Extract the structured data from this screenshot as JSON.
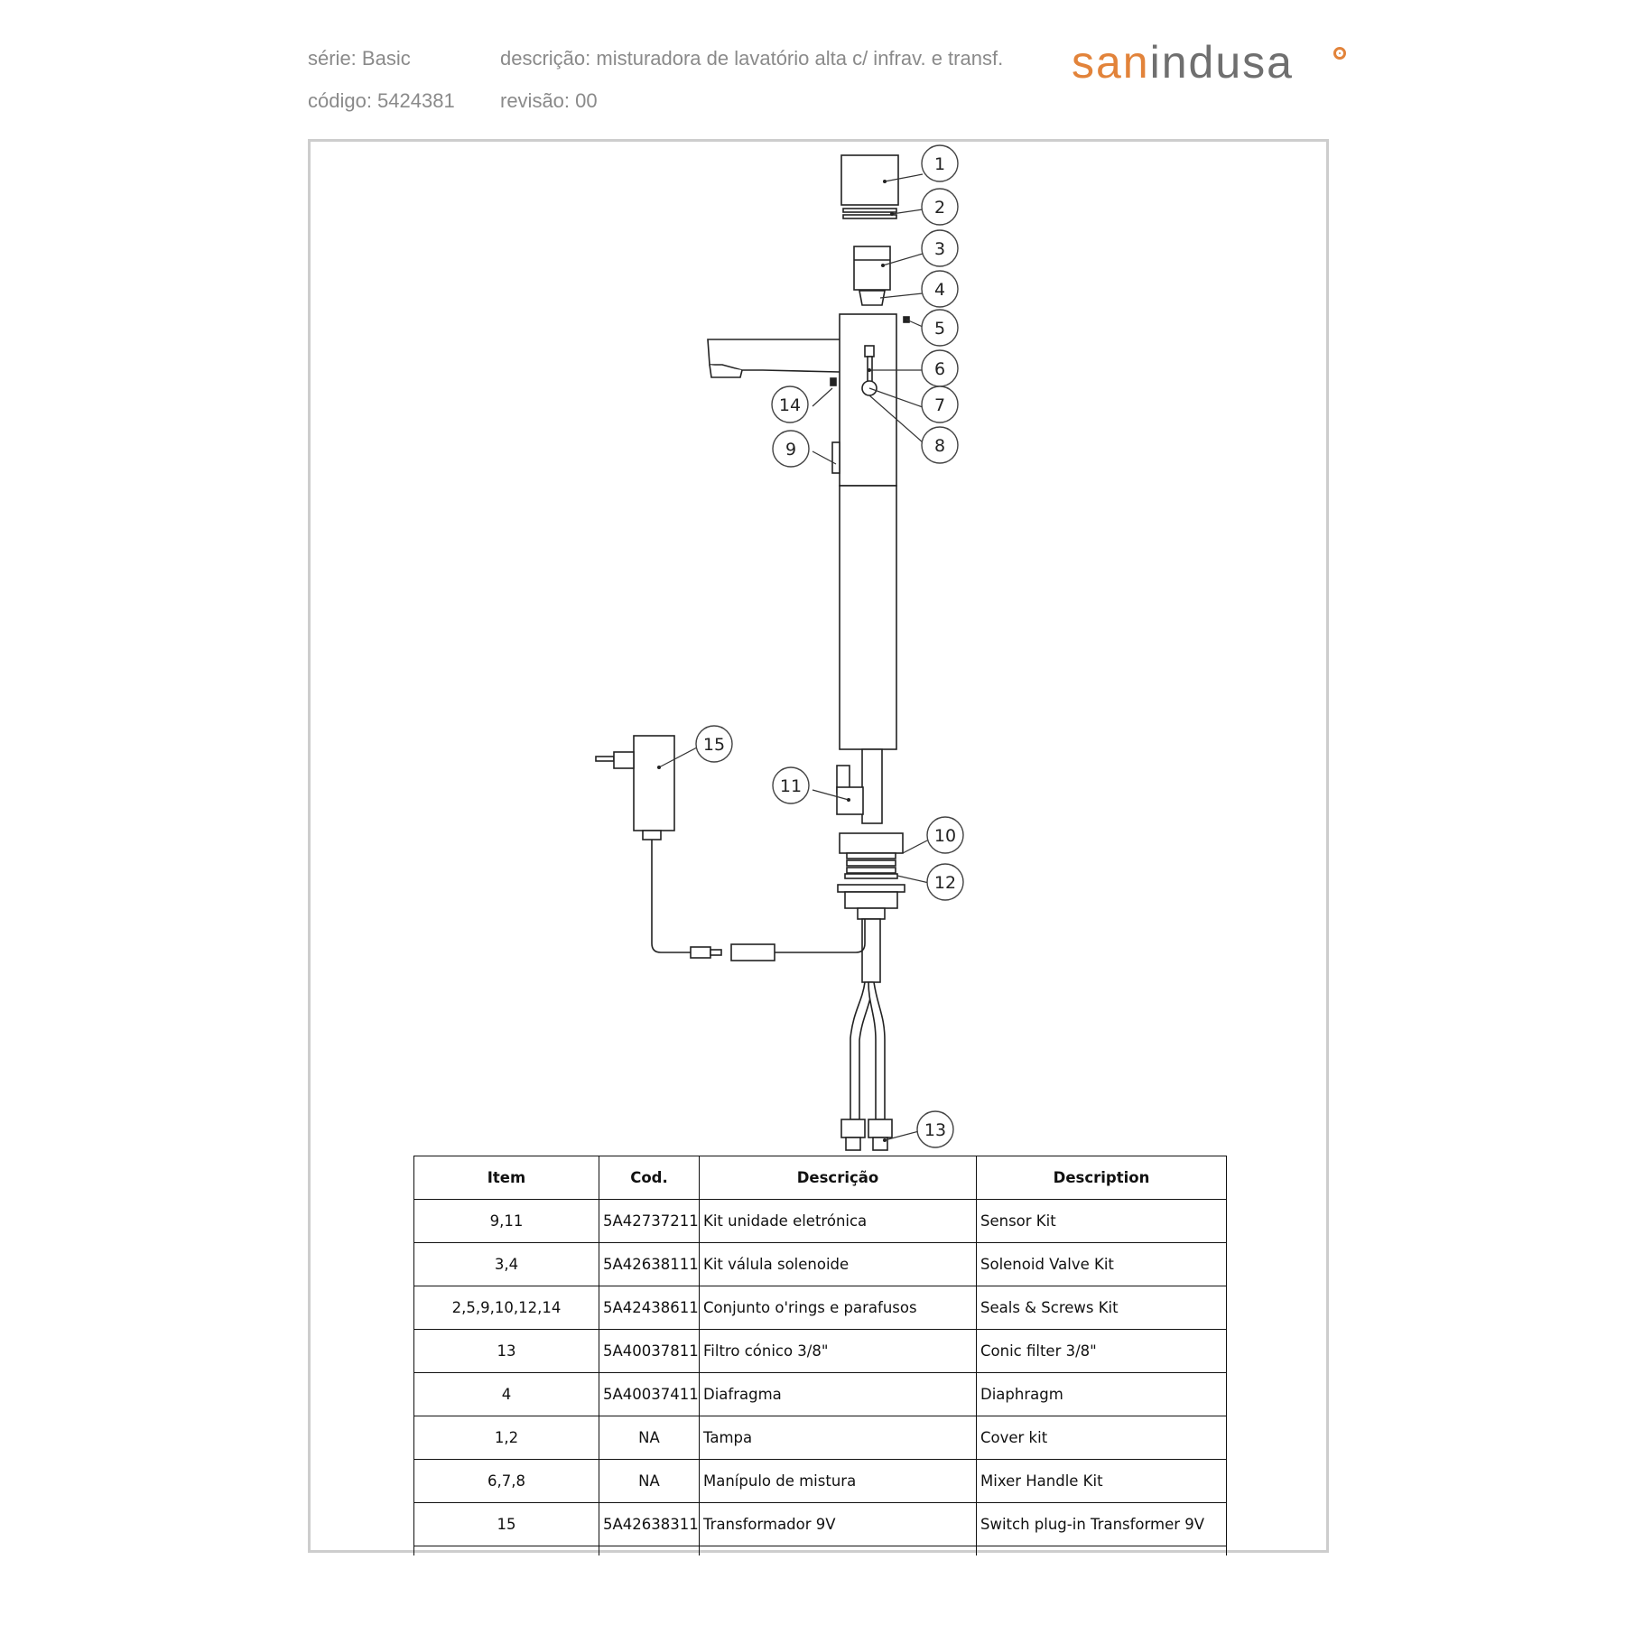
{
  "header": {
    "serie": "série: Basic",
    "codigo": "código: 5424381",
    "descricao": "descrição: misturadora de lavatório alta c/ infrav. e transf.",
    "revisao": "revisão: 00"
  },
  "brand": {
    "part1": "san",
    "part2": "indusa"
  },
  "callouts": [
    "1",
    "2",
    "3",
    "4",
    "5",
    "6",
    "7",
    "8",
    "9",
    "10",
    "11",
    "12",
    "13",
    "14",
    "15"
  ],
  "table": {
    "headers": [
      "Item",
      "Cod.",
      "Descrição",
      "Description"
    ],
    "rows": [
      [
        "9,11",
        "5A42737211",
        "Kit unidade eletrónica",
        "Sensor Kit"
      ],
      [
        "3,4",
        "5A42638111",
        "Kit válula solenoide",
        "Solenoid Valve Kit"
      ],
      [
        "2,5,9,10,12,14",
        "5A42438611",
        "Conjunto o'rings e parafusos",
        "Seals & Screws Kit"
      ],
      [
        "13",
        "5A40037811",
        "Filtro cónico 3/8\"",
        "Conic filter 3/8\""
      ],
      [
        "4",
        "5A40037411",
        "Diafragma",
        "Diaphragm"
      ],
      [
        "1,2",
        "NA",
        "Tampa",
        "Cover kit"
      ],
      [
        "6,7,8",
        "NA",
        "Manípulo de mistura",
        "Mixer Handle Kit"
      ],
      [
        "15",
        "5A42638311",
        "Transformador 9V",
        "Switch plug-in Transformer 9V"
      ]
    ]
  }
}
